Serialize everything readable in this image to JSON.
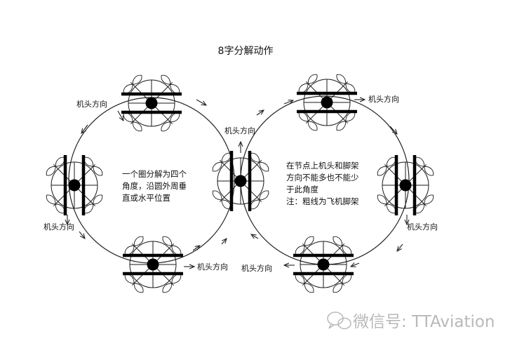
{
  "diagram": {
    "title": "8字分解动作",
    "heading_label": "机头方向",
    "left_note": [
      "一个圈分解为四个",
      "角度，沿圆外周垂",
      "直或水平位置"
    ],
    "right_note": [
      "在节点上机头和脚架",
      "方向不能多也不能少",
      "于此角度",
      "注：粗线为飞机脚架"
    ],
    "icons": [
      "quadcopter-icon",
      "arrow-icon"
    ]
  },
  "watermark": {
    "text": "微信号: TTAviation",
    "icon": "wechat-icon"
  }
}
